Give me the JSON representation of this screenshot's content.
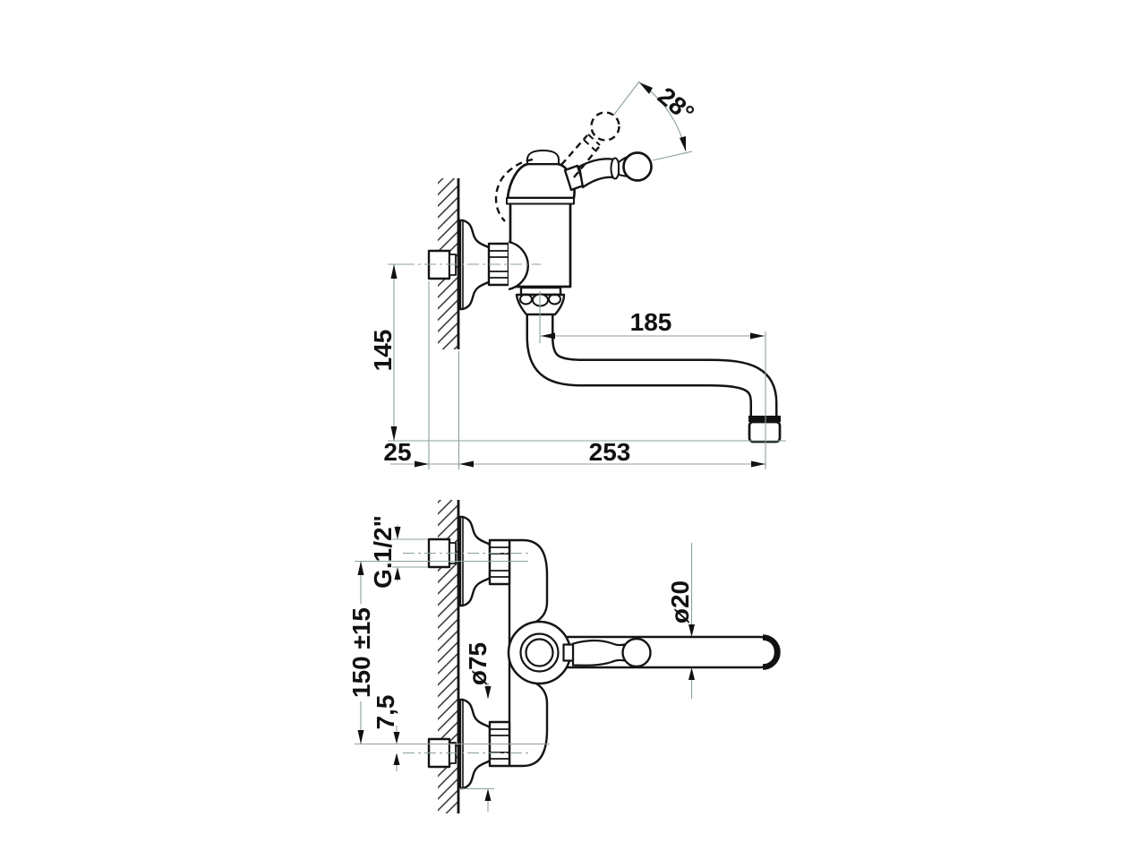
{
  "drawing": {
    "title": "wall-mounted single-lever mixer with swivel spout - dimensional drawing",
    "views": {
      "side_view": "side elevation with wall section",
      "plan_view": "plan view with wall section"
    },
    "palette": {
      "outline": "#141414",
      "thin_lines": "#8ba09e",
      "background": "#ffffff"
    },
    "dimensions": {
      "handle_angle": "28°",
      "spout_projection": "185",
      "height_to_outlet": "145",
      "wall_clearance": "25",
      "overall_projection": "253",
      "thread_size": "G.1/2\"",
      "connection_centers": "150 ±15",
      "eccentric_offset": "7,5",
      "flange_diameter": "ø75",
      "spout_diameter": "ø20"
    }
  }
}
